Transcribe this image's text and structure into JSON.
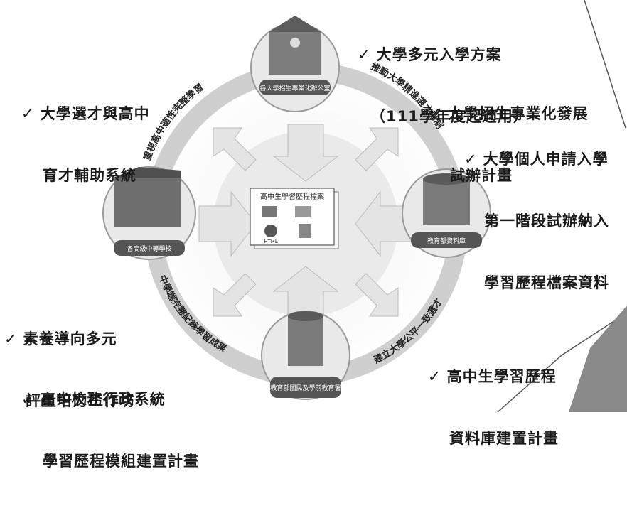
{
  "notes": {
    "top_center": {
      "check": "✓",
      "line1": "大學多元入學方案",
      "line2": "（111學年度起適用）"
    },
    "top_right_1": {
      "check": "✓",
      "line1": "大學招生專業化發展",
      "line2": "試辦計畫"
    },
    "top_right_2": {
      "check": "✓",
      "line1": "大學個人申請入學",
      "line2": "第一階段試辦納入",
      "line3": "學習歷程檔案資料"
    },
    "top_left": {
      "check": "✓",
      "line1": "大學選才與高中",
      "line2": "育才輔助系統"
    },
    "bottom_left_1": {
      "check": "✓",
      "line1": "素養導向多元",
      "line2": "評量培力工作坊"
    },
    "bottom_left_2": {
      "check": "✓",
      "line1": "高中校務行政系統",
      "line2": "學習歷程模組建置計畫"
    },
    "bottom_right": {
      "check": "✓",
      "line1": "高中生學習歷程",
      "line2": "資料庫建置計畫"
    }
  },
  "ring": {
    "top_left_arc": "重視高中適性完整學習",
    "top_right_arc": "推動大學精進選才機制",
    "bottom_left_arc": "中學端完整紀錄學習成果",
    "bottom_right_arc": "建立大學公平一致選才"
  },
  "nodes": {
    "top": "各大學招生專業化辦公室",
    "left": "各高級中等學校",
    "right": "教育部資料庫",
    "bottom": "教育部國民及學前教育署"
  },
  "center": {
    "title": "高中生學習歷程檔案",
    "html_label": "HTML"
  },
  "colors": {
    "ring": "#d9d9d9",
    "node": "#4a4a4a",
    "building": "#6f6f6f"
  }
}
